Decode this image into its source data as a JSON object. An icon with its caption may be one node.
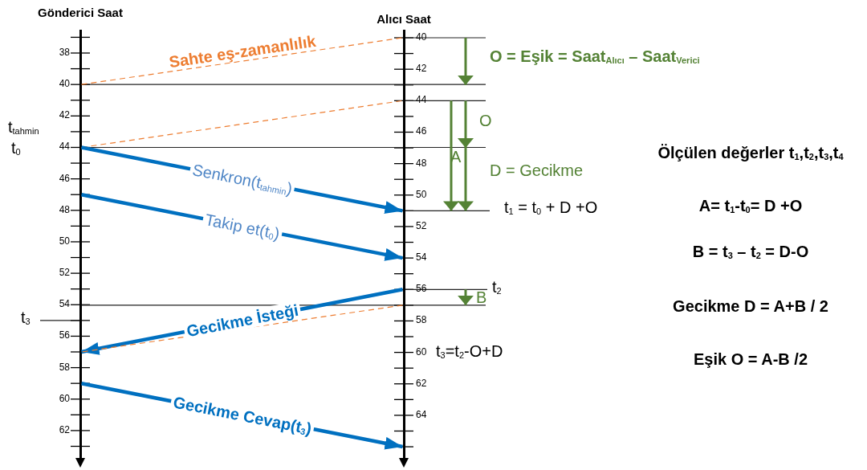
{
  "diagram": {
    "nodes": [
      {
        "text": [
          "Gönderici Saat"
        ]
      },
      {
        "text": [
          "Alıcı Saat"
        ]
      }
    ],
    "edges": [
      {
        "from": 0,
        "to": 1,
        "arrow": "none",
        "label": "Sahte eş-zamanlılık",
        "style": "dashed",
        "color": "#ed7d31"
      },
      {
        "from": 0,
        "to": 1,
        "arrow": "none",
        "style": "dashed",
        "color": "#ed7d31"
      },
      {
        "from": 0,
        "to": 1,
        "arrow": "to",
        "label": "Senkron(t$_{tahmin}$)"
      },
      {
        "from": 0,
        "to": 1,
        "arrow": "to",
        "label": "Takip et(t$_{0}$)"
      },
      {
        "from": 1,
        "to": 0,
        "arrow": "to",
        "label": "Gecikme İsteği"
      },
      {
        "from": 1,
        "to": 0,
        "arrow": "none",
        "style": "dashed",
        "color": "#ed7d31"
      },
      {
        "from": 0,
        "to": 1,
        "arrow": "to",
        "label": "Gecikme Cevap(t$_{3}$)"
      }
    ],
    "labels": [
      "38",
      "40",
      "42",
      "44",
      "46",
      "48",
      "50",
      "52",
      "54",
      "56",
      "58",
      "60",
      "62",
      "40",
      "42",
      "44",
      "46",
      "48",
      "50",
      "52",
      "54",
      "56",
      "58",
      "60",
      "62",
      "64",
      "t$_{tahmin}$",
      "t$_{0}$",
      "t$_{3}$",
      "O = Eşik = Saat$_{Alıcı}$ – Saat$_{Verici}$",
      "O",
      "A",
      "D = Gecikme",
      "t$_{1}$ = t$_{0}$ + D +O",
      "t$_{2}$",
      "B",
      "t$_{3}$=t$_{2}$-O+D",
      "Ölçülen değerler t$_{1}$,t$_{2}$,t$_{3}$,t$_{4}$",
      "A= t$_{1}$-t$_{0}$= D +O",
      "B = t$_{3}$ – t$_{2}$ = D-O",
      "Gecikme D = A+B / 2",
      "Eşik O = A-B /2"
    ]
  }
}
